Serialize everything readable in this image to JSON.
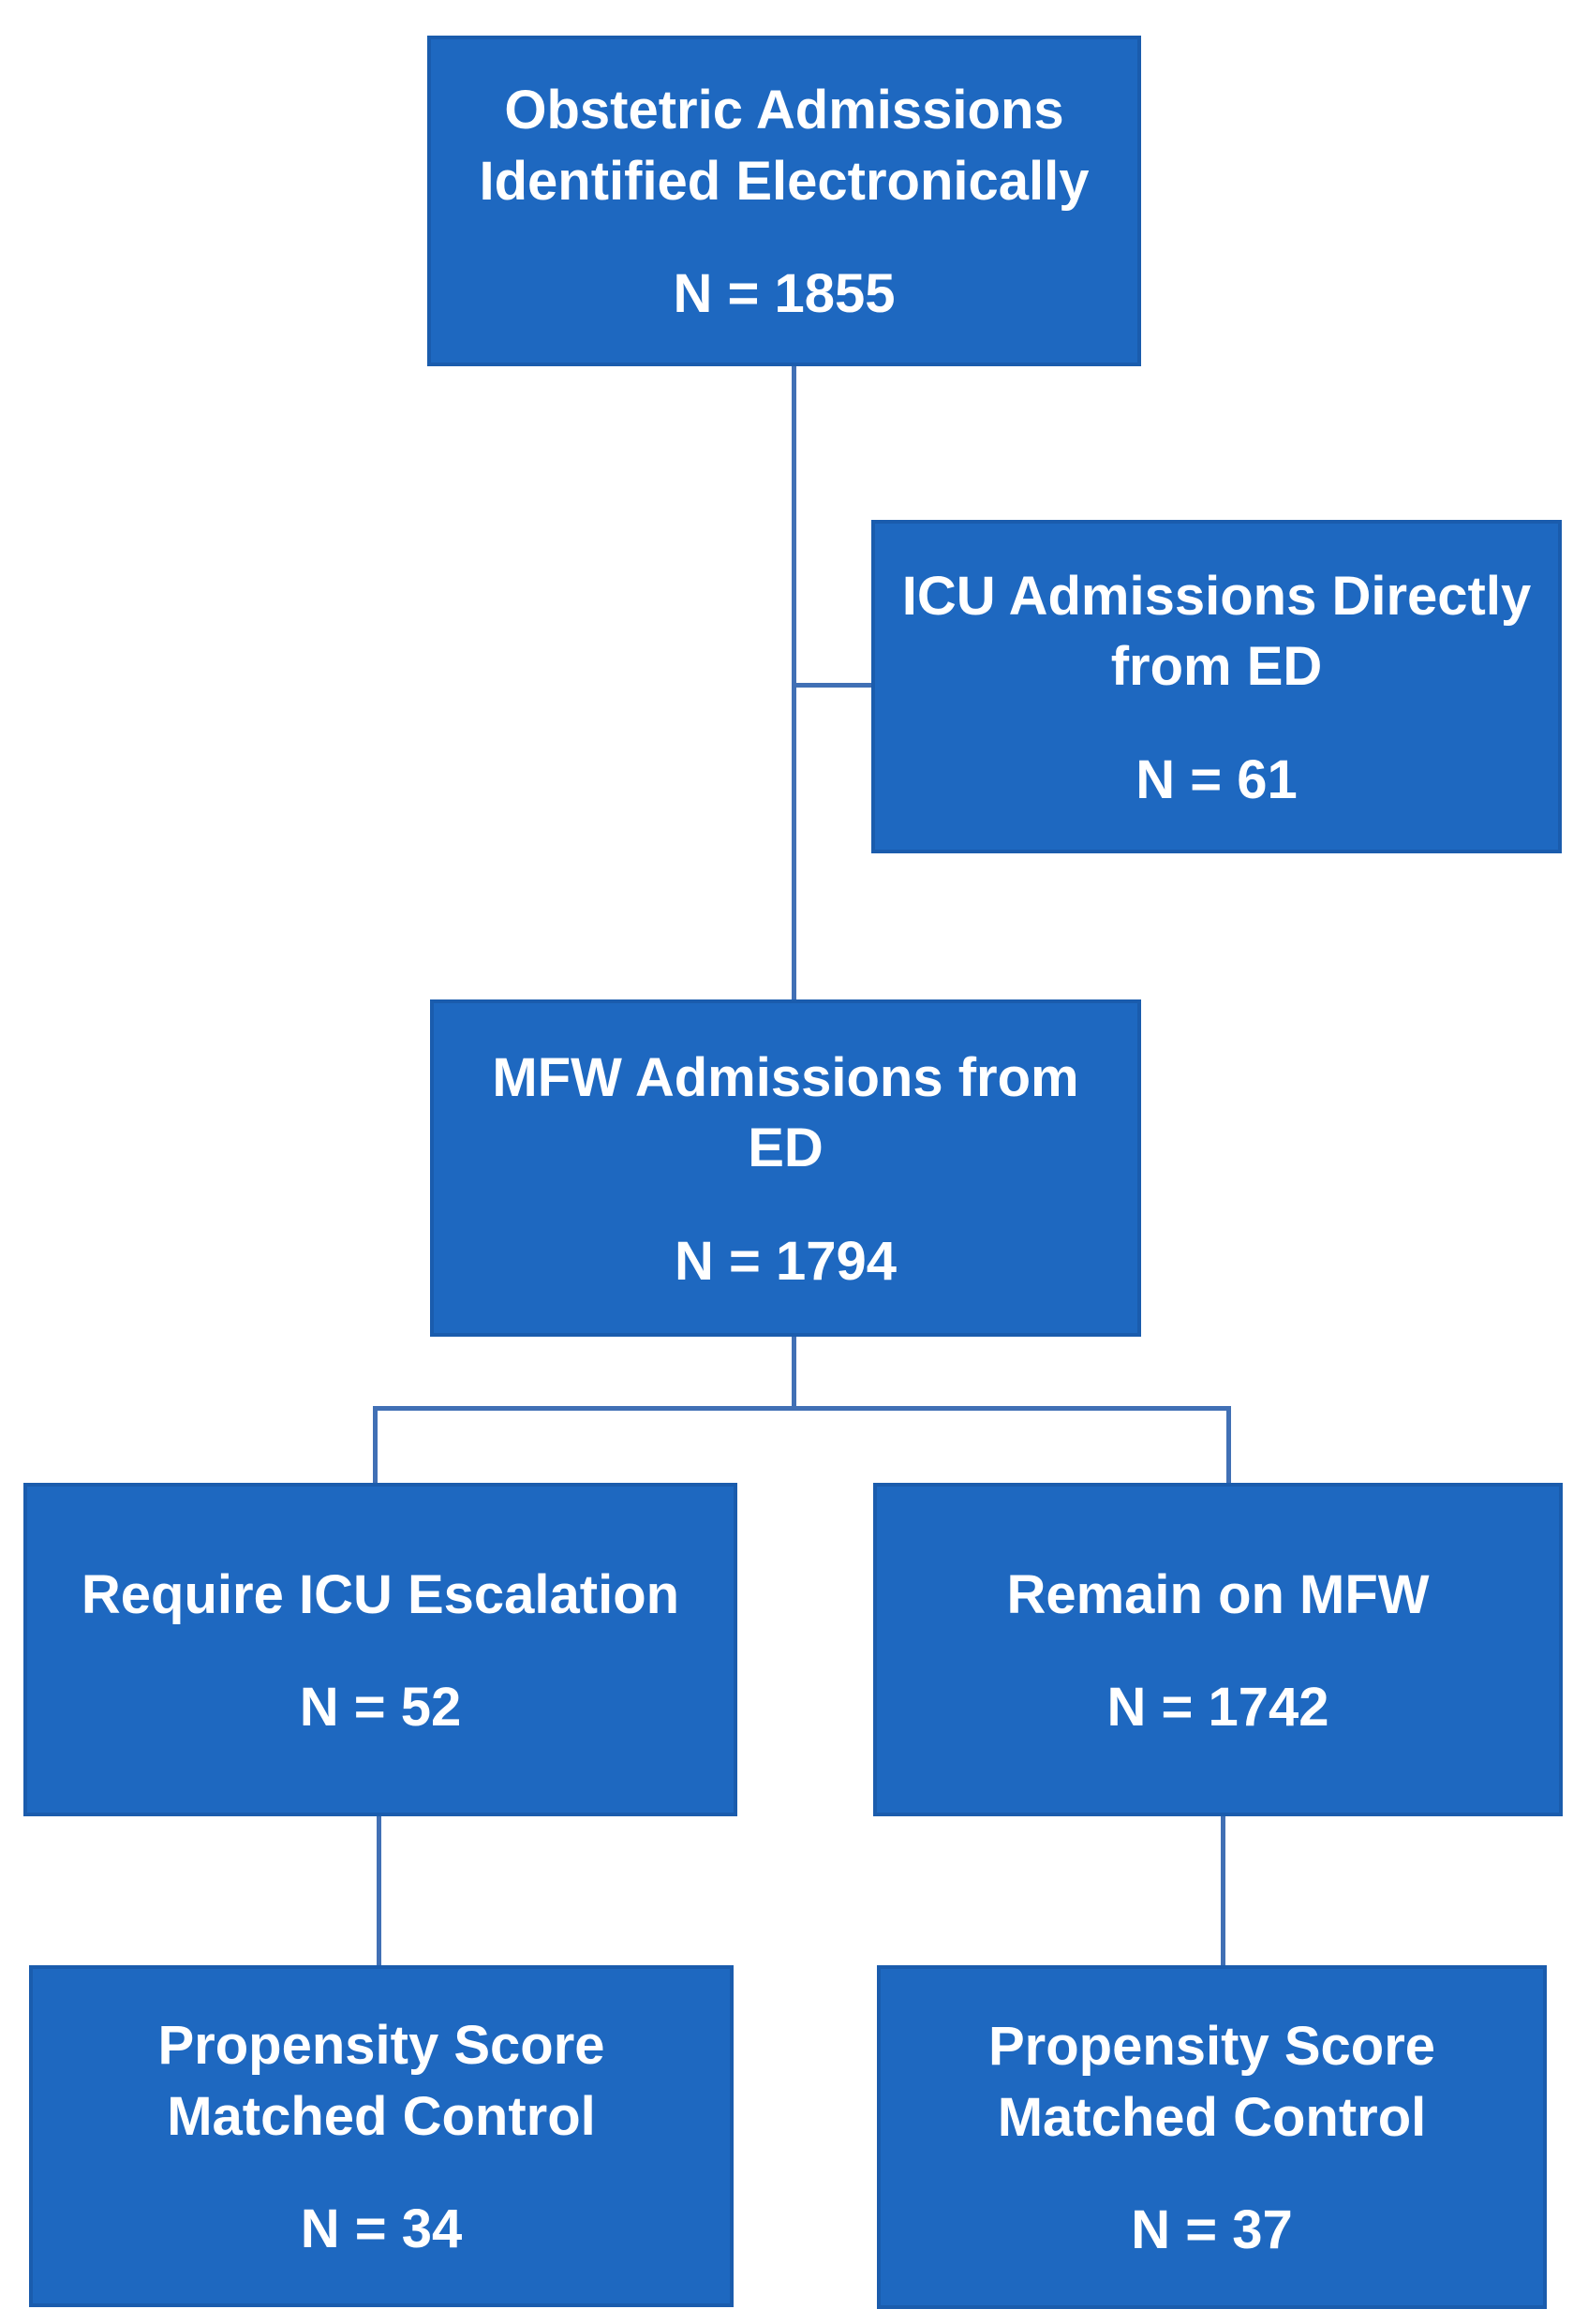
{
  "figure": {
    "type": "flowchart",
    "colors": {
      "node_fill": "#1e68c0",
      "node_border": "#1a5cad",
      "connector": "#4170b5",
      "text": "#ffffff",
      "background": "#ffffff"
    },
    "nodes": {
      "obstetric": {
        "title": "Obstetric Admissions\nIdentified Electronically",
        "count": "N = 1855"
      },
      "icu_direct": {
        "title": "ICU Admissions Directly\nfrom ED",
        "count": "N = 61"
      },
      "mfw": {
        "title": "MFW Admissions from\nED",
        "count": "N = 1794"
      },
      "escalation": {
        "title": "Require ICU Escalation",
        "count": "N = 52"
      },
      "remain": {
        "title": "Remain on MFW",
        "count": "N = 1742"
      },
      "ps_escalation": {
        "title": "Propensity Score\nMatched Control",
        "count": "N = 34"
      },
      "ps_remain": {
        "title": "Propensity Score\nMatched Control",
        "count": "N = 37"
      }
    }
  }
}
